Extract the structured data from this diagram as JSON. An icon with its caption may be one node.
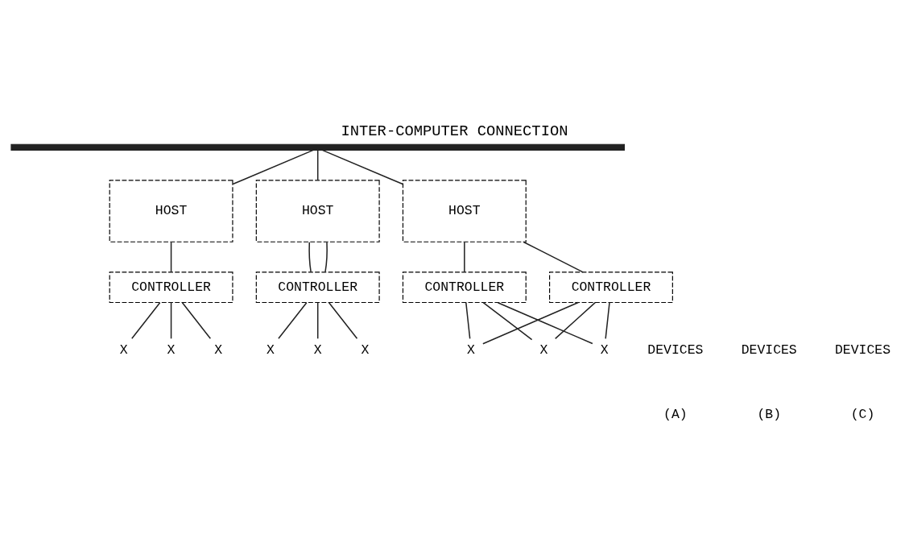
{
  "diagram": {
    "title": "INTER-COMPUTER CONNECTION",
    "nodes": [
      {
        "text": [],
        "shape": "bar"
      },
      {
        "text": [
          "HOST"
        ]
      },
      {
        "text": [
          "HOST"
        ]
      },
      {
        "text": [
          "HOST"
        ]
      },
      {
        "text": [
          "CONTROLLER"
        ]
      },
      {
        "text": [
          "CONTROLLER"
        ]
      },
      {
        "text": [
          "CONTROLLER"
        ]
      },
      {
        "text": [
          "CONTROLLER"
        ]
      },
      {
        "text": [
          "X"
        ]
      },
      {
        "text": [
          "X"
        ]
      },
      {
        "text": [
          "X"
        ]
      },
      {
        "text": [
          "X"
        ]
      },
      {
        "text": [
          "X"
        ]
      },
      {
        "text": [
          "X"
        ]
      },
      {
        "text": [
          "X"
        ]
      },
      {
        "text": [
          "X"
        ]
      },
      {
        "text": [
          "X"
        ]
      }
    ],
    "edges": [
      {
        "from": 0,
        "to": 1,
        "arrow": "none"
      },
      {
        "from": 0,
        "to": 2,
        "arrow": "none"
      },
      {
        "from": 0,
        "to": 3,
        "arrow": "none"
      },
      {
        "from": 1,
        "to": 4,
        "arrow": "none"
      },
      {
        "from": 2,
        "to": 5,
        "arrow": "none"
      },
      {
        "from": 2,
        "to": 5,
        "arrow": "none"
      },
      {
        "from": 3,
        "to": 6,
        "arrow": "none"
      },
      {
        "from": 3,
        "to": 7,
        "arrow": "none"
      },
      {
        "from": 4,
        "to": 8,
        "arrow": "none"
      },
      {
        "from": 4,
        "to": 9,
        "arrow": "none"
      },
      {
        "from": 4,
        "to": 10,
        "arrow": "none"
      },
      {
        "from": 5,
        "to": 11,
        "arrow": "none"
      },
      {
        "from": 5,
        "to": 12,
        "arrow": "none"
      },
      {
        "from": 5,
        "to": 13,
        "arrow": "none"
      },
      {
        "from": 6,
        "to": 14,
        "arrow": "none"
      },
      {
        "from": 14,
        "to": 7,
        "arrow": "none"
      },
      {
        "from": 6,
        "to": 15,
        "arrow": "none"
      },
      {
        "from": 15,
        "to": 7,
        "arrow": "none"
      },
      {
        "from": 6,
        "to": 16,
        "arrow": "none"
      },
      {
        "from": 16,
        "to": 7,
        "arrow": "none"
      }
    ],
    "labels": [
      "DEVICES",
      "DEVICES",
      "DEVICES",
      "(A)",
      "(B)",
      "(C)"
    ]
  }
}
